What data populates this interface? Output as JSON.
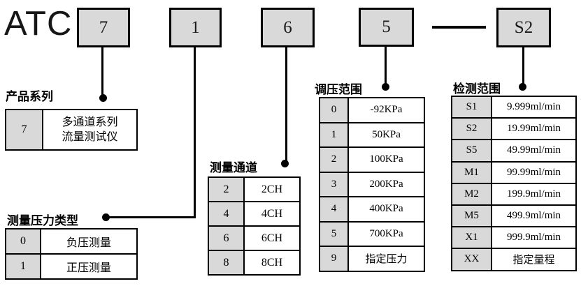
{
  "title": "ATC",
  "model_boxes": [
    {
      "label": "7"
    },
    {
      "label": "1"
    },
    {
      "label": "6"
    },
    {
      "label": "5"
    },
    {
      "label": "S2"
    }
  ],
  "sections": {
    "product_series": {
      "title": "产品系列",
      "rows": [
        [
          "7",
          "多通道系列\n流量测试仪"
        ]
      ]
    },
    "pressure_type": {
      "title": "测量压力类型",
      "rows": [
        [
          "0",
          "负压测量"
        ],
        [
          "1",
          "正压测量"
        ]
      ]
    },
    "channels": {
      "title": "测量通道",
      "rows": [
        [
          "2",
          "2CH"
        ],
        [
          "4",
          "4CH"
        ],
        [
          "6",
          "6CH"
        ],
        [
          "8",
          "8CH"
        ]
      ]
    },
    "pressure_range": {
      "title": "调压范围",
      "rows": [
        [
          "0",
          "-92KPa"
        ],
        [
          "1",
          "50KPa"
        ],
        [
          "2",
          "100KPa"
        ],
        [
          "3",
          "200KPa"
        ],
        [
          "4",
          "400KPa"
        ],
        [
          "5",
          "700KPa"
        ],
        [
          "9",
          "指定压力"
        ]
      ]
    },
    "detection_range": {
      "title": "检测范围",
      "rows": [
        [
          "S1",
          "9.999ml/min"
        ],
        [
          "S2",
          "19.99ml/min"
        ],
        [
          "S5",
          "49.99ml/min"
        ],
        [
          "M1",
          "99.99ml/min"
        ],
        [
          "M2",
          "199.9ml/min"
        ],
        [
          "M5",
          "499.9ml/min"
        ],
        [
          "X1",
          "999.9ml/min"
        ],
        [
          "XX",
          "指定量程"
        ]
      ]
    }
  },
  "colors": {
    "box_fill": "#d9d9d9",
    "border": "#000000",
    "background": "#ffffff"
  }
}
